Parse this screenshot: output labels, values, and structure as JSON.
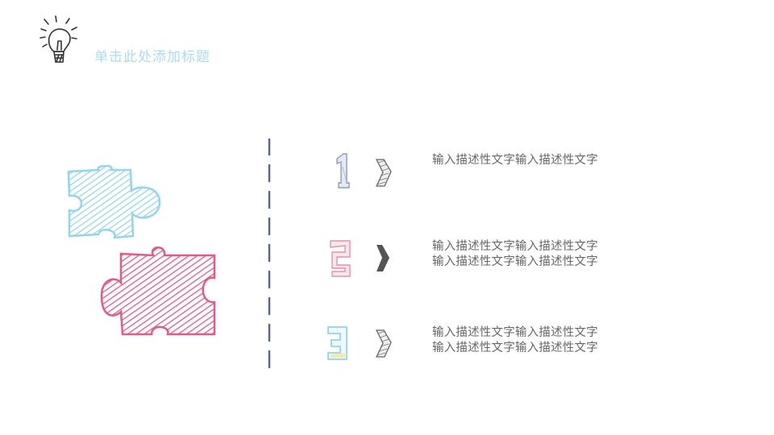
{
  "header": {
    "icon": "lightbulb-icon",
    "title": "单击此处添加标题"
  },
  "illustration": {
    "icon": "puzzle-pieces-icon",
    "colors": {
      "blue": "#8fd6ee",
      "pink": "#e8578a"
    }
  },
  "divider": {
    "color": "#5b6b85"
  },
  "items": [
    {
      "number": "1",
      "number_color": "#9aa7c4",
      "chevron": "chevron-right-outline-icon",
      "lines": [
        "输入描述性文字输入描述性文字"
      ]
    },
    {
      "number": "2",
      "number_color": "#ec8fa3",
      "chevron": "chevron-right-solid-icon",
      "lines": [
        "输入描述性文字输入描述性文字",
        "输入描述性文字输入描述性文字"
      ]
    },
    {
      "number": "3",
      "number_color": "#8fd6ee",
      "chevron": "chevron-right-outline-icon",
      "lines": [
        "输入描述性文字输入描述性文字",
        "输入描述性文字输入描述性文字"
      ]
    }
  ]
}
